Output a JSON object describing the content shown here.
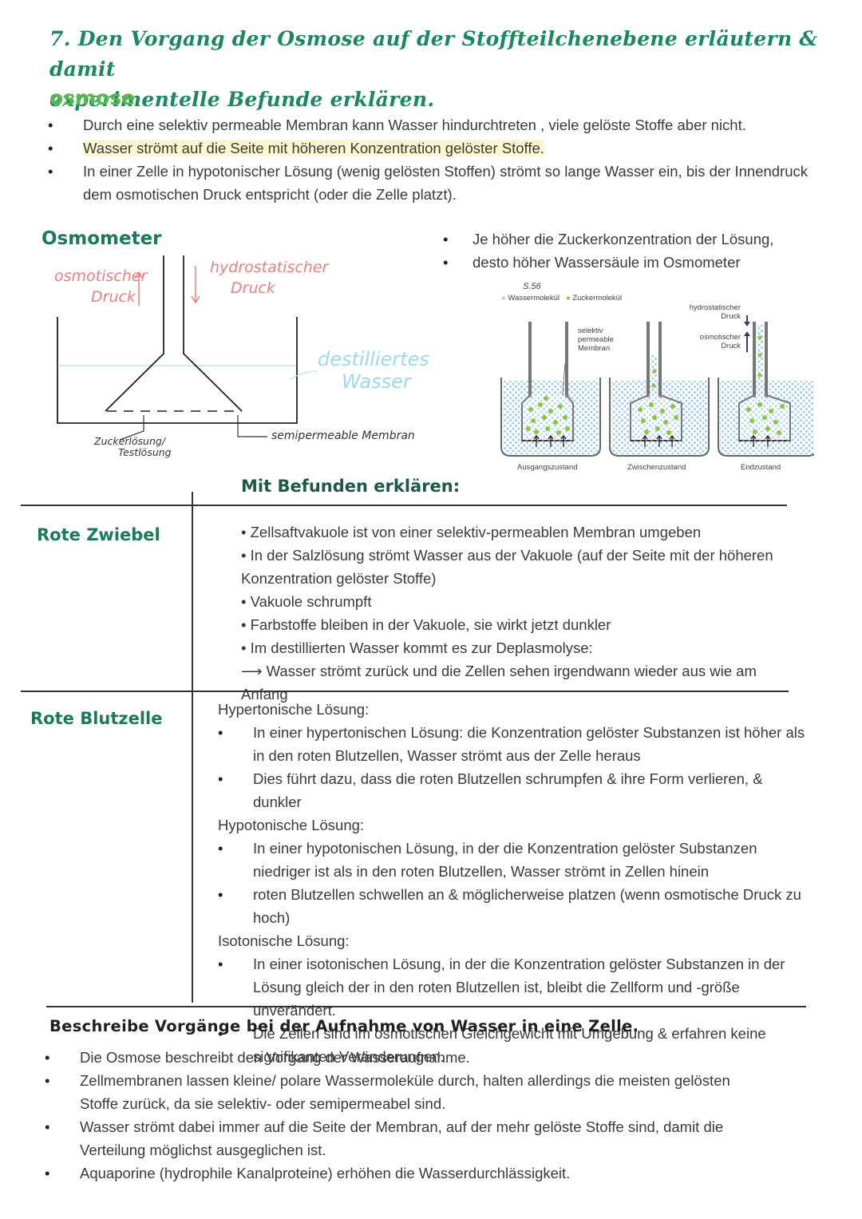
{
  "title_line1": "7. Den Vorgang der Osmose auf der Stoffteilchenebene erläutern & damit",
  "title_line2": "experimentelle Befunde erklären.",
  "osmose": {
    "heading": "osmose",
    "bullets": [
      "Durch eine selektiv permeable Membran kann Wasser hindurchtreten , viele gelöste Stoffe aber nicht.",
      "Wasser strömt auf die Seite mit höheren Konzentration gelöster Stoffe.",
      "In einer Zelle in hypotonischer Lösung (wenig gelösten Stoffen) strömt so lange Wasser ein, bis der Innendruck dem osmotischen Druck entspricht (oder die Zelle platzt)."
    ]
  },
  "osmometer": {
    "heading": "Osmometer",
    "osmotic_line1": "osmotischer",
    "osmotic_line2": "Druck",
    "hydro_line1": "hydrostatischer",
    "hydro_line2": "Druck",
    "water_line1": "destilliertes",
    "water_line2": "Wasser",
    "sugar_line1": "Zuckerlösung/",
    "sugar_line2": "Testlösung",
    "membrane": "semipermeable Membran"
  },
  "right_bullets": [
    "Je höher die Zuckerkonzentration der Lösung,",
    "desto höher Wassersäule im Osmometer"
  ],
  "figure": {
    "page_ref": "S.56",
    "legend_water": "Wassermolekül",
    "legend_sugar": "Zuckermolekül",
    "membrane_label_1": "selektiv",
    "membrane_label_2": "permeable",
    "membrane_label_3": "Membran",
    "hydro_label_1": "hydrostatischer",
    "hydro_label_2": "Druck",
    "osmo_label_1": "osmotischer",
    "osmo_label_2": "Druck",
    "states": [
      "Ausgangszustand",
      "Zwischenzustand",
      "Endzustand"
    ],
    "colors": {
      "water": "#a9cfe8",
      "sugar": "#8cc63f",
      "arrow": "#3b3680"
    }
  },
  "befunde_heading": "Mit Befunden erklären:",
  "zwiebel": {
    "label": "Rote Zwiebel",
    "lines": [
      "• Zellsaftvakuole ist von einer selektiv-permeablen Membran umgeben",
      "• In der Salzlösung strömt Wasser aus der Vakuole (auf der Seite mit der höheren",
      "Konzentration gelöster Stoffe)",
      "• Vakuole schrumpft",
      "• Farbstoffe bleiben in der Vakuole, sie wirkt jetzt dunkler",
      "• Im destillierten Wasser kommt es zur Deplasmolyse:",
      "⟶ Wasser strömt zurück und die Zellen sehen irgendwann wieder aus wie am Anfang"
    ]
  },
  "blutzelle": {
    "label": "Rote Blutzelle",
    "hyper_title": "Hypertonische Lösung:",
    "hyper_b1": "In einer hypertonischen Lösung: die Konzentration gelöster Substanzen ist höher als in den roten Blutzellen, Wasser strömt aus der Zelle heraus",
    "hyper_b2": "Dies führt dazu, dass die roten Blutzellen schrumpfen & ihre Form verlieren, & dunkler",
    "hypo_title": "Hypotonische Lösung:",
    "hypo_b1": "In einer hypotonischen Lösung, in der die Konzentration gelöster Substanzen niedriger ist als in den roten Blutzellen, Wasser strömt in Zellen hinein",
    "hypo_b2": "roten Blutzellen schwellen an & möglicherweise platzen (wenn osmotische Druck zu hoch)",
    "iso_title": "Isotonische Lösung:",
    "iso_b1": "In einer isotonischen Lösung, in der die Konzentration gelöster Substanzen in der Lösung gleich der in den roten Blutzellen ist, bleibt die Zellform und -größe unverändert.",
    "iso_b2": "Die Zellen sind im osmotischen Gleichgewicht mit Umgebung & erfahren keine signifikanten Veränderungen."
  },
  "wasser": {
    "heading": "Beschreibe Vorgänge bei der Aufnahme von Wasser in eine Zelle.",
    "bullets": [
      "Die Osmose beschreibt den Vorgang der Wasseraufnahme.",
      "Zellmembranen lassen kleine/ polare Wassermoleküle durch, halten allerdings die meisten gelösten Stoffe zurück, da sie selektiv- oder semipermeabel sind.",
      "Wasser strömt dabei immer auf die Seite der Membran, auf der mehr gelöste Stoffe sind, damit die Verteilung möglichst ausgeglichen ist.",
      "Aquaporine (hydrophile Kanalproteine) erhöhen die Wasserdurchlässigkeit."
    ]
  }
}
